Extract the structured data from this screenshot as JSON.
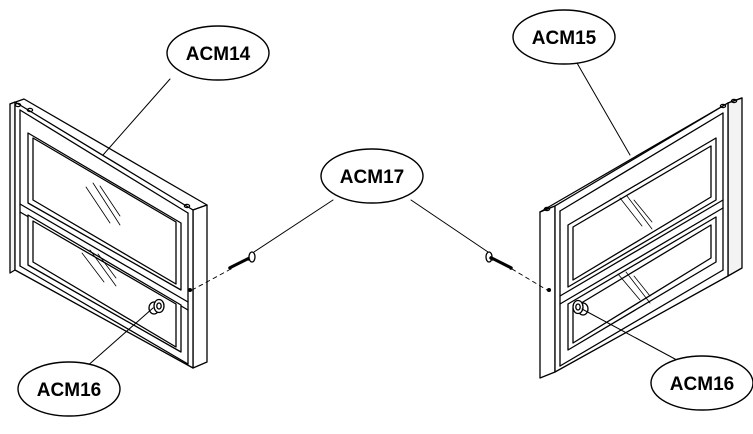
{
  "labels": {
    "left_door": "ACM14",
    "right_door": "ACM15",
    "screw": "ACM17",
    "knob_left": "ACM16",
    "knob_right": "ACM16"
  }
}
